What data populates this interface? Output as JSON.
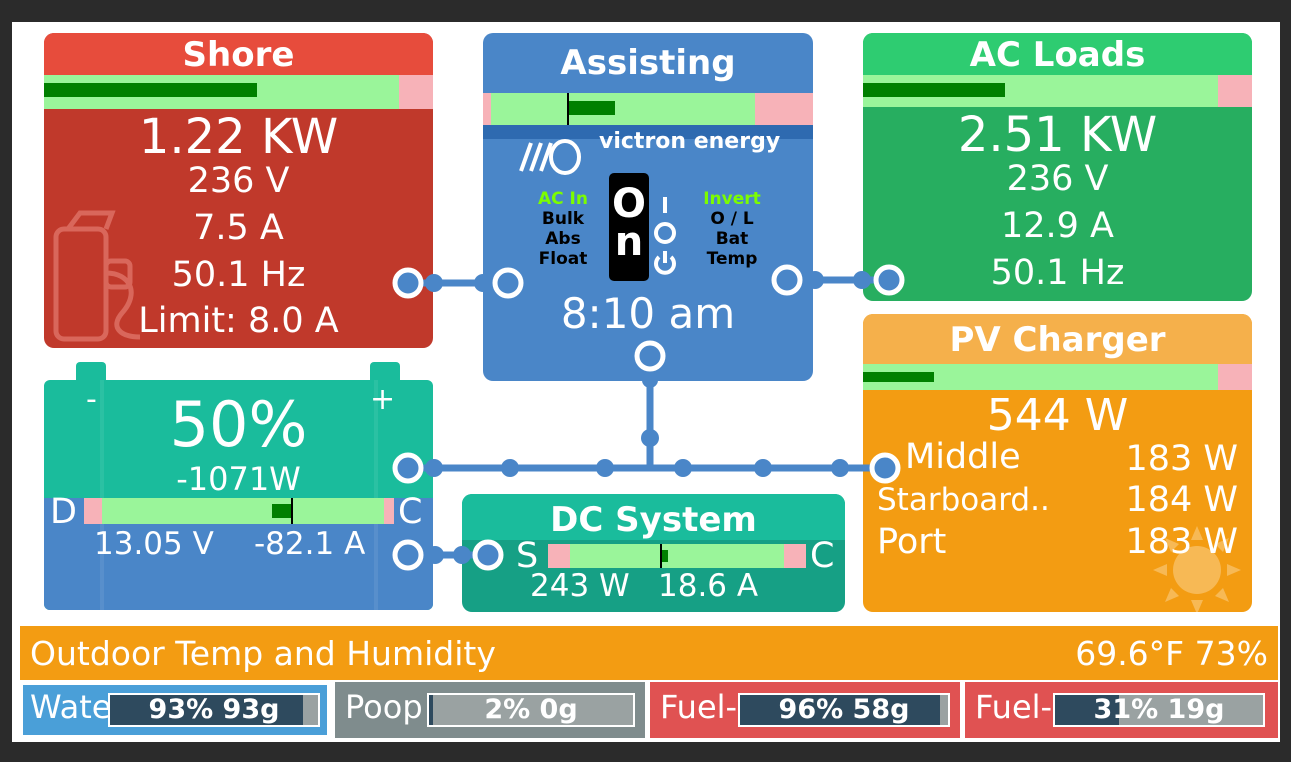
{
  "shore": {
    "title": "Shore",
    "power": "1.22 KW",
    "voltage": "236 V",
    "current": "7.5 A",
    "frequency": "50.1 Hz",
    "limit": "Limit: 8.0 A",
    "level": 0.6
  },
  "inverter": {
    "title": "Assisting",
    "brand": "victron energy",
    "switch_on": "On",
    "led_left": [
      "AC In",
      "Bulk",
      "Abs",
      "Float"
    ],
    "led_right": [
      "Invert",
      "O / L",
      "Bat",
      "Temp"
    ],
    "time": "8:10 am"
  },
  "ac_loads": {
    "title": "AC Loads",
    "power": "2.51 KW",
    "voltage": "236 V",
    "current": "12.9 A",
    "frequency": "50.1 Hz",
    "level": 0.4
  },
  "pv_charger": {
    "title": "PV Charger",
    "power": "544 W",
    "rows": [
      {
        "name": "Middle",
        "value": "183 W"
      },
      {
        "name": "Starboard..",
        "value": "184 W"
      },
      {
        "name": "Port",
        "value": "183 W"
      }
    ],
    "level": 0.2
  },
  "battery": {
    "soc": "50%",
    "power": "-1071W",
    "minus": "-",
    "plus": "+",
    "discharge_label": "D",
    "charge_label": "C",
    "voltage": "13.05 V",
    "current": "-82.1 A"
  },
  "dc_system": {
    "title": "DC System",
    "source_label": "S",
    "consumer_label": "C",
    "power": "243 W",
    "current": "18.6 A"
  },
  "outdoor": {
    "label": "Outdoor Temp and Humidity",
    "value": "69.6°F 73%"
  },
  "tanks": [
    {
      "label": "Wate",
      "value": "93% 93g",
      "level": 0.93,
      "color": "#4a9fd8"
    },
    {
      "label": "Poop",
      "value": "2% 0g",
      "level": 0.02,
      "color": "#7f8c8d"
    },
    {
      "label": "Fuel-",
      "value": "96% 58g",
      "level": 0.96,
      "color": "#e05252"
    },
    {
      "label": "Fuel-",
      "value": "31% 19g",
      "level": 0.31,
      "color": "#e05252"
    }
  ],
  "colors": {
    "shore": "#c0392b",
    "inverter": "#4a86c8",
    "ac_loads": "#27ae60",
    "pv_charger": "#f0a020",
    "battery": "#1abc9c",
    "dc_system": "#16a085",
    "outdoor": "#f39c12",
    "bar_green": "#9af59a",
    "bar_pink": "#f7b2b8",
    "bar_dark": "#008000",
    "connector": "#4a86c8"
  }
}
